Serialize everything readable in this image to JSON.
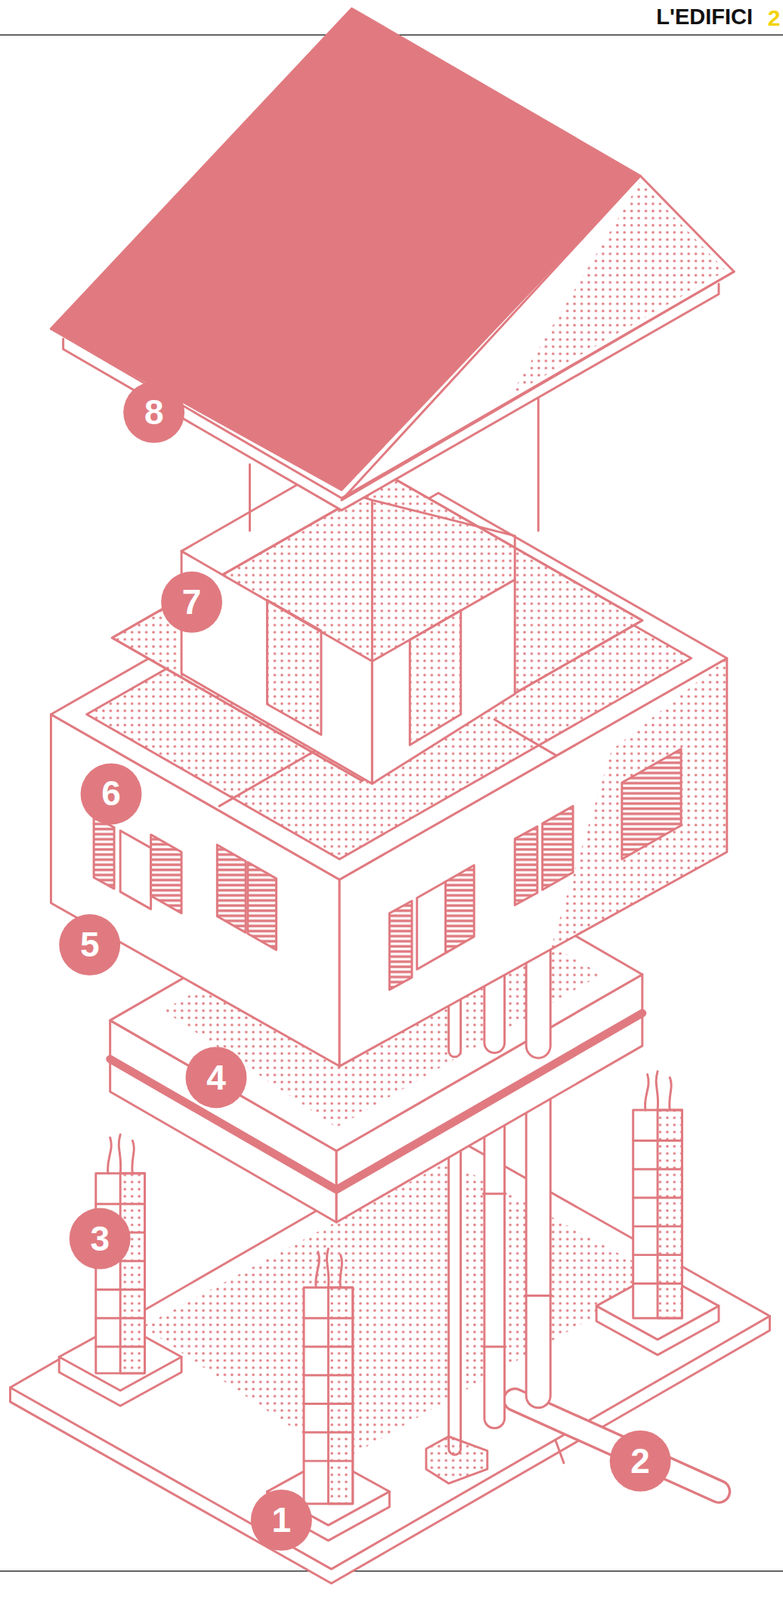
{
  "diagram": {
    "title": "L'EDIFICI",
    "labels": [
      "2",
      "8",
      "7",
      "6",
      "5",
      "4",
      "3",
      "2",
      "1"
    ]
  }
}
